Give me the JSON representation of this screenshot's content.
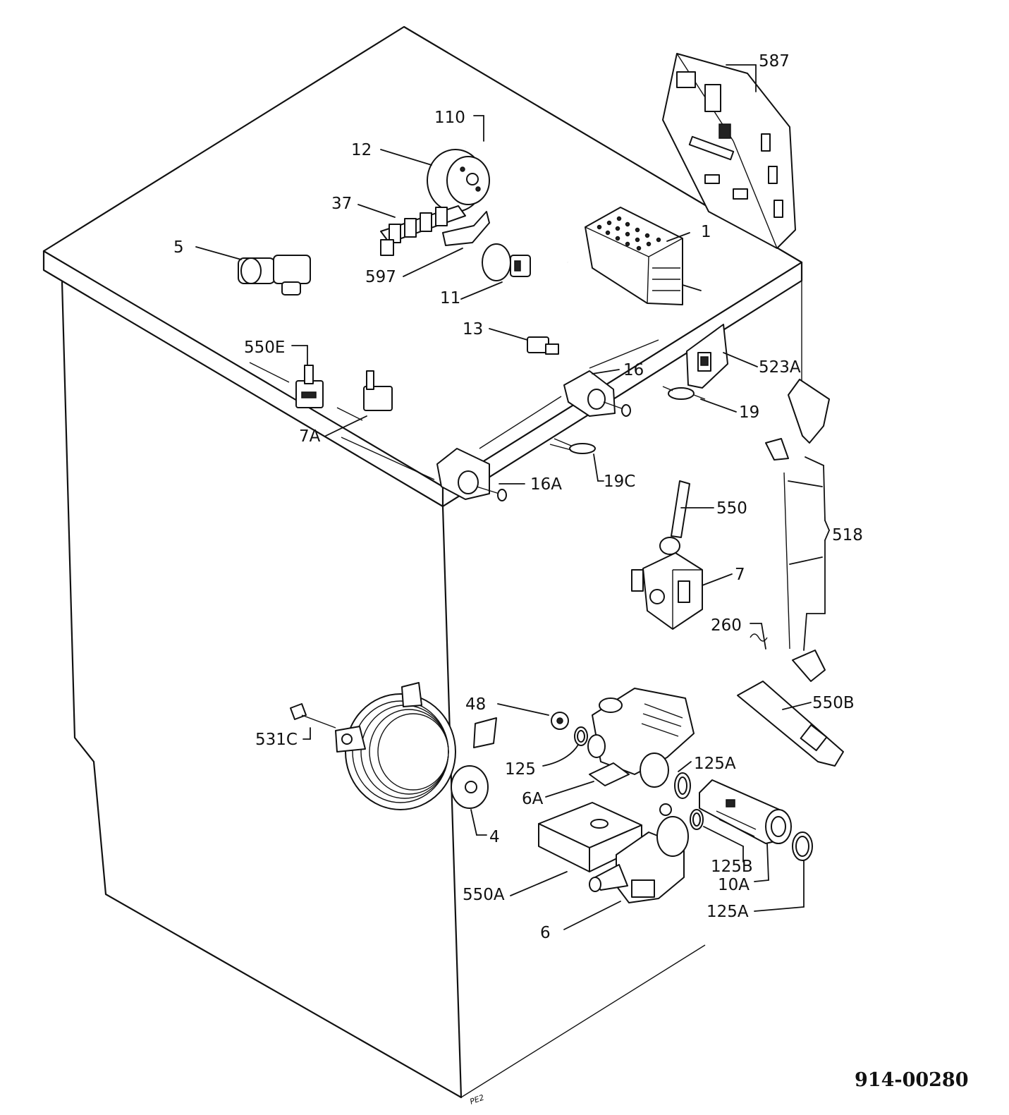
{
  "document_number": "914-00280",
  "corner_mark": "PE2",
  "callouts": {
    "c587": "587",
    "c110": "110",
    "c12": "12",
    "c37": "37",
    "c5": "5",
    "c597": "597",
    "c11": "11",
    "c1": "1",
    "c13": "13",
    "c550E": "550E",
    "c16": "16",
    "c523A": "523A",
    "c19": "19",
    "c7A": "7A",
    "c16A": "16A",
    "c19C": "19C",
    "c550": "550",
    "c518": "518",
    "c7": "7",
    "c260": "260",
    "c48": "48",
    "c550B": "550B",
    "c531C": "531C",
    "c125": "125",
    "c125A_top": "125A",
    "c6A": "6A",
    "c4": "4",
    "c125B": "125B",
    "c10A": "10A",
    "c550A": "550A",
    "c125A_bottom": "125A",
    "c6": "6"
  }
}
